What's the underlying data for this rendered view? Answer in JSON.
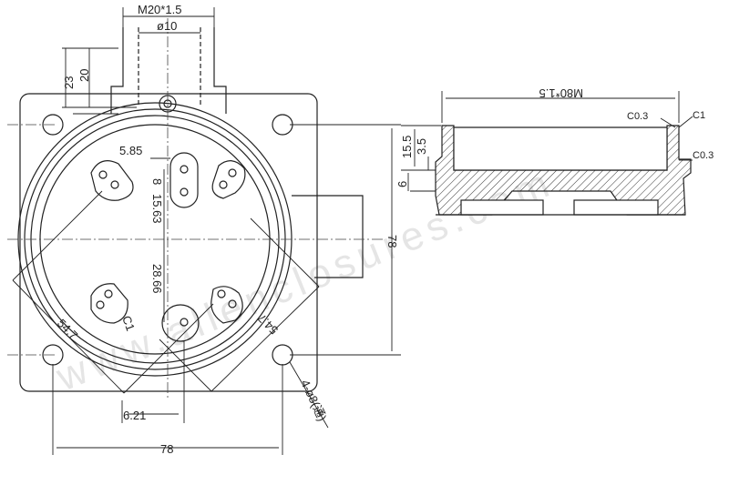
{
  "drawing": {
    "watermark": "www.allenclosures.com",
    "front_view": {
      "thread_top": "M20*1.5",
      "bore_dia": "ø10",
      "dim_20": "20",
      "dim_23": "23",
      "dim_585": "5.85",
      "dim_8": "8",
      "dim_1563": "15.63",
      "dim_2866": "28.66",
      "chamfer_c1": "C1",
      "diag_547_left": "54.7",
      "diag_547_right": "54.7",
      "dim_621": "6.21",
      "width_78": "78",
      "height_78": "78",
      "holes_note": "4-ø8(通)"
    },
    "section_view": {
      "thread": "M80*1.5",
      "dim_155": "15.5",
      "dim_35": "3.5",
      "dim_6": "6",
      "chamfer_c03_top": "C0.3",
      "chamfer_c1": "C1",
      "chamfer_c03_right": "C0.3"
    }
  }
}
